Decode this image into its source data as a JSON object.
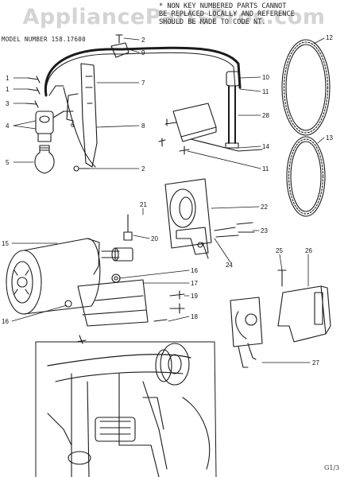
{
  "watermark": "AppliancePartsPros.com",
  "note_lines": [
    "* NON KEY NUMBERED PARTS CANNOT",
    "BE REPLACED LOCALLY AND REFERENCE",
    "SHOULD BE MADE TO CODE NT."
  ],
  "model_label": "MODEL NUMBER 158.17600",
  "corner_code": "G1/3",
  "callouts": [
    {
      "id": "c1",
      "text": "1"
    },
    {
      "id": "c2",
      "text": "1"
    },
    {
      "id": "c3",
      "text": "3"
    },
    {
      "id": "c4",
      "text": "4"
    },
    {
      "id": "c5",
      "text": "5"
    },
    {
      "id": "c6",
      "text": "6"
    },
    {
      "id": "c7",
      "text": "7"
    },
    {
      "id": "c8",
      "text": "8"
    },
    {
      "id": "c9",
      "text": "9"
    },
    {
      "id": "c10",
      "text": "10"
    },
    {
      "id": "c11a",
      "text": "11"
    },
    {
      "id": "c11b",
      "text": "11"
    },
    {
      "id": "c12",
      "text": "12"
    },
    {
      "id": "c13",
      "text": "13"
    },
    {
      "id": "c14",
      "text": "14"
    },
    {
      "id": "c15",
      "text": "15"
    },
    {
      "id": "c16a",
      "text": "16"
    },
    {
      "id": "c16b",
      "text": "16"
    },
    {
      "id": "c17",
      "text": "17"
    },
    {
      "id": "c18",
      "text": "18"
    },
    {
      "id": "c19",
      "text": "19"
    },
    {
      "id": "c20",
      "text": "20"
    },
    {
      "id": "c21",
      "text": "21"
    },
    {
      "id": "c22",
      "text": "22"
    },
    {
      "id": "c23",
      "text": "23"
    },
    {
      "id": "c24",
      "text": "24"
    },
    {
      "id": "c25",
      "text": "25"
    },
    {
      "id": "c26",
      "text": "26"
    },
    {
      "id": "c27",
      "text": "27"
    },
    {
      "id": "c28",
      "text": "28"
    },
    {
      "id": "c2a",
      "text": "2"
    },
    {
      "id": "c2b",
      "text": "2"
    }
  ],
  "colors": {
    "ink": "#1a1a1a",
    "watermark": "#d4d4d4",
    "paper": "#ffffff"
  }
}
